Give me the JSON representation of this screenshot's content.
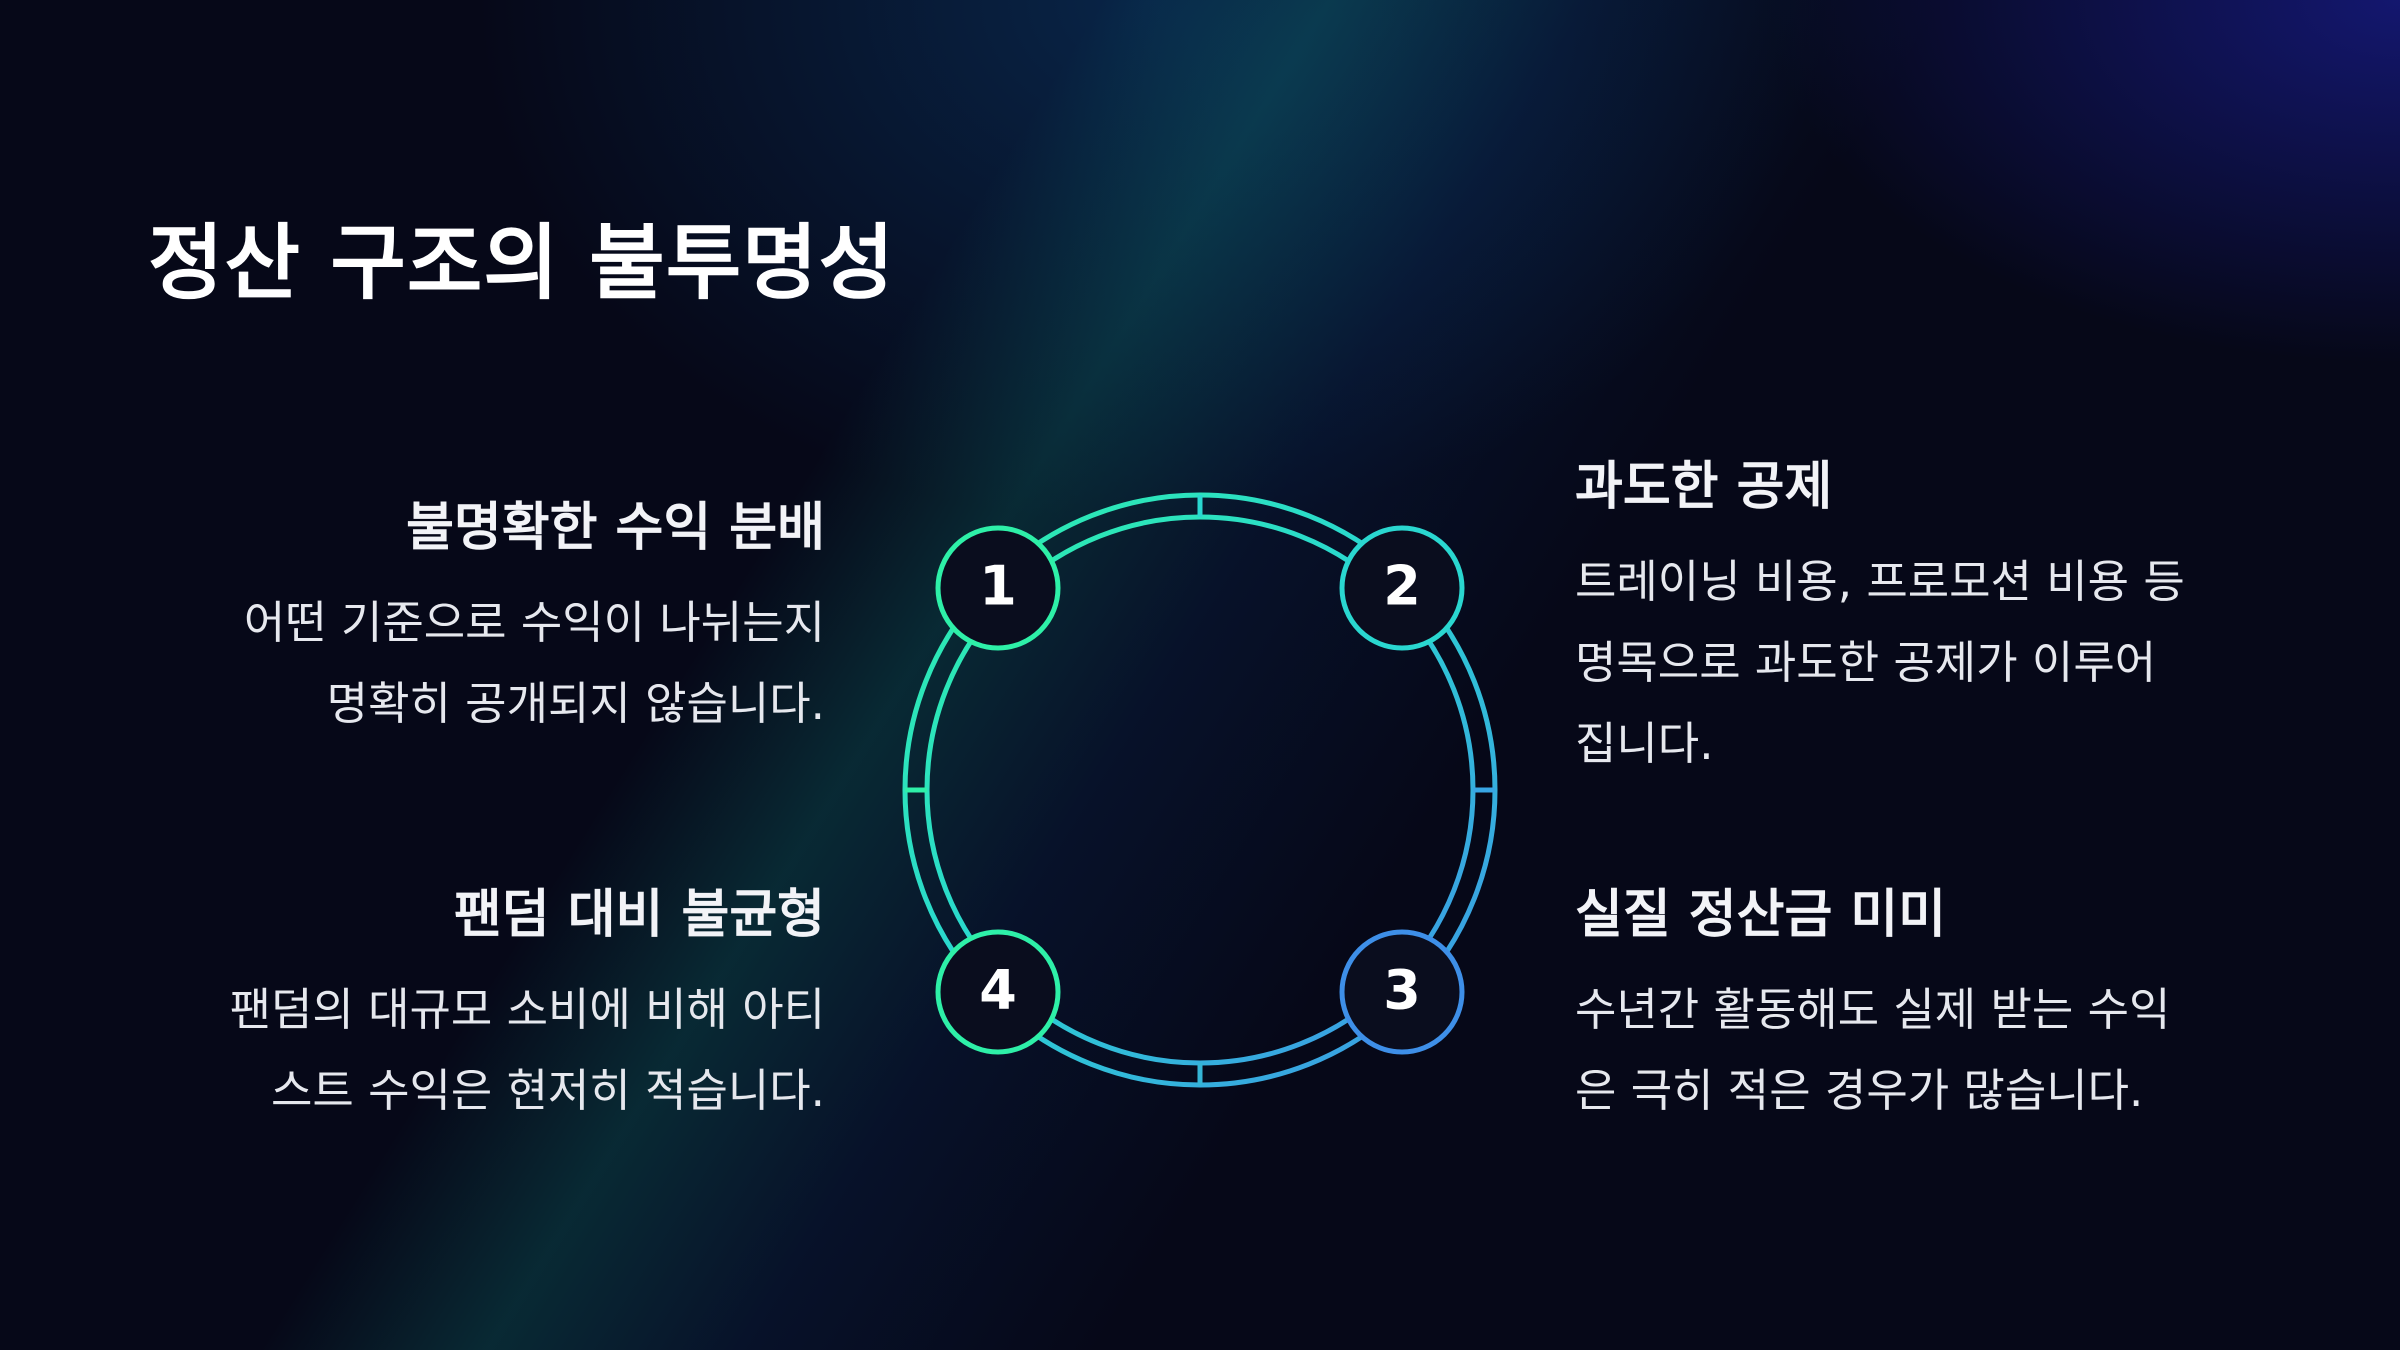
{
  "title": "정산 구조의 불투명성",
  "steps": [
    {
      "number": "1",
      "heading": "불명확한 수익 분배",
      "lines": [
        "어떤 기준으로 수익이 나뉘는지",
        "명확히 공개되지 않습니다."
      ]
    },
    {
      "number": "2",
      "heading": "과도한 공제",
      "lines": [
        "트레이닝 비용, 프로모션 비용 등",
        "명목으로 과도한 공제가 이루어",
        "집니다."
      ]
    },
    {
      "number": "3",
      "heading": "실질 정산금 미미",
      "lines": [
        "수년간 활동해도 실제 받는 수익",
        "은 극히 적은 경우가 많습니다."
      ]
    },
    {
      "number": "4",
      "heading": "팬덤 대비 불균형",
      "lines": [
        "팬덤의 대규모 소비에 비해 아티",
        "스트 수익은 현저히 적습니다."
      ]
    }
  ],
  "colors": {
    "green": "#2ef0a8",
    "teal": "#2ad7d0",
    "blue": "#3e8fe8",
    "node_fill": "#0a0d1e"
  }
}
